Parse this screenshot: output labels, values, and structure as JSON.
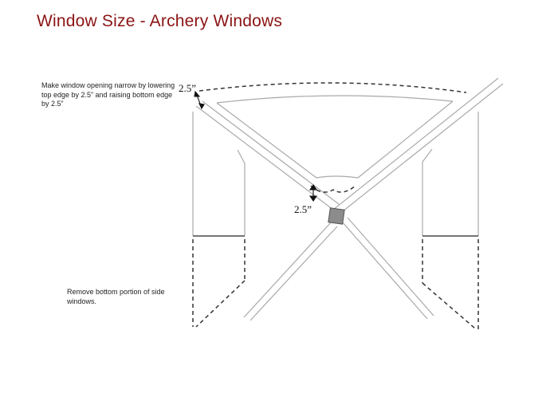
{
  "title": "Window Size - Archery Windows",
  "notes": {
    "top": "Make window opening narrow by lowering top edge by 2.5” and raising bottom edge by 2.5”",
    "bottom": "Remove bottom portion of side windows."
  },
  "dimensions": {
    "top": "2.5”",
    "center": "2.5”"
  },
  "colors": {
    "title": "#8b1414",
    "frame_outline": "#a9a9a9",
    "dashed": "#333333",
    "center_block": "#8c8c8c"
  }
}
